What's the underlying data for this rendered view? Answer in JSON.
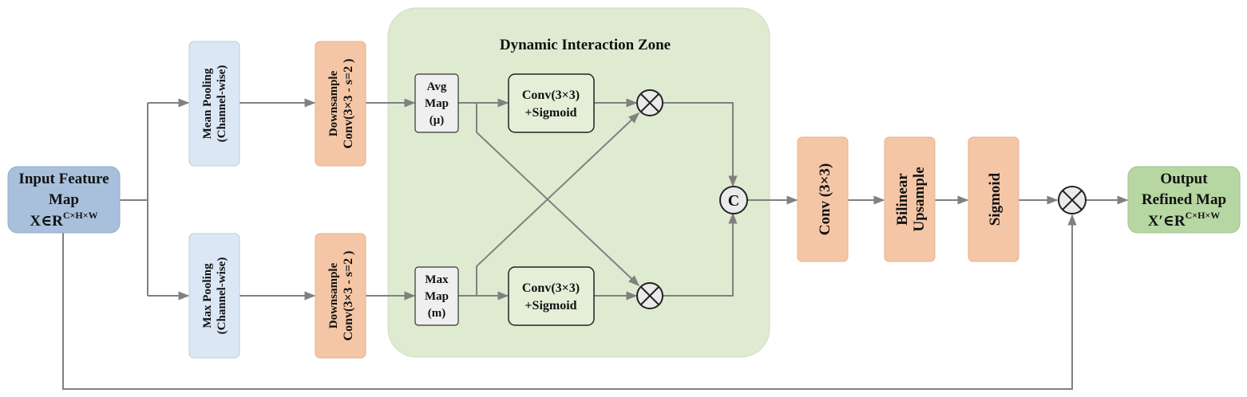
{
  "zone": {
    "title": "Dynamic Interaction Zone"
  },
  "input": {
    "line1": "Input Feature",
    "line2": "Map",
    "formula": "X∈R",
    "sup": "C×H×W"
  },
  "mean_pool": {
    "line1": "Mean Pooling",
    "line2": "(Channel-wise)"
  },
  "max_pool": {
    "line1": "Max Pooling",
    "line2": "(Channel-wise)"
  },
  "down_top": {
    "line1": "Downsample",
    "line2": "Conv(3×3 - s=2 )"
  },
  "down_bottom": {
    "line1": "Downsample",
    "line2": "Conv(3×3 - s=2 )"
  },
  "avg_map": {
    "line1": "Avg",
    "line2": "Map",
    "line3": "(μ)"
  },
  "max_map": {
    "line1": "Max",
    "line2": "Map",
    "line3": "(m)"
  },
  "conv_sig_top": {
    "line1": "Conv(3×3)",
    "line2": "+Sigmoid"
  },
  "conv_sig_bottom": {
    "line1": "Conv(3×3)",
    "line2": "+Sigmoid"
  },
  "concat": {
    "symbol": "C"
  },
  "conv": {
    "label": "Conv (3×3)"
  },
  "upsample": {
    "line1": "Bilinear",
    "line2": "Upsample"
  },
  "sigmoid": {
    "label": "Sigmoid"
  },
  "output": {
    "line1": "Output",
    "line2": "Refined Map",
    "formula": "X′∈R",
    "sup": "C×H×W"
  },
  "colors": {
    "blue_block": "#a8c0dc",
    "light_blue": "#dbe7f4",
    "orange": "#f4c6a6",
    "green_zone": "#dfebd1",
    "green_block": "#e5efd8",
    "output_green": "#b6d6a2",
    "gray_box": "#efefef",
    "line": "#808080"
  },
  "icons": [
    "multiply-icon",
    "concat-icon",
    "arrow-icon"
  ]
}
